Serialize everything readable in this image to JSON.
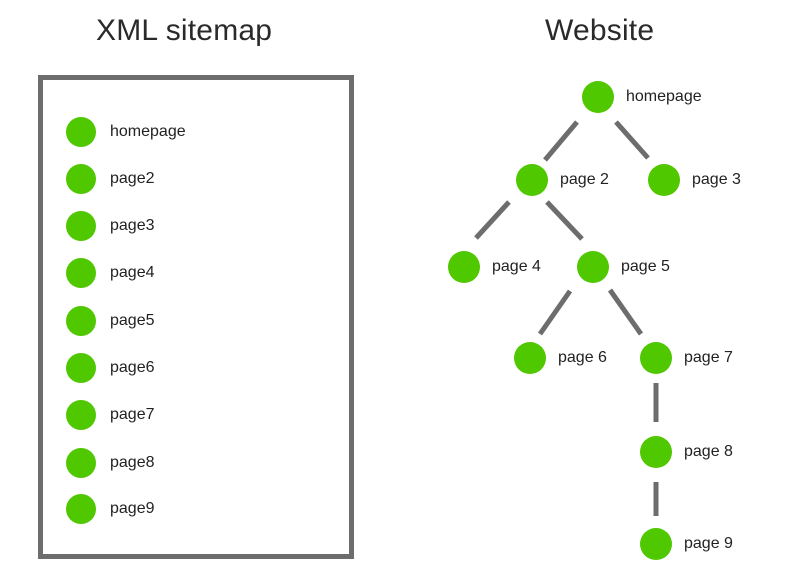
{
  "left_heading": "XML sitemap",
  "right_heading": "Website",
  "node_color": "#4fc800",
  "connector_color": "#6d6d6d",
  "sitemap": {
    "items": [
      "homepage",
      "page2",
      "page3",
      "page4",
      "page5",
      "page6",
      "page7",
      "page8",
      "page9"
    ]
  },
  "website": {
    "nodes": {
      "homepage": "homepage",
      "page2": "page 2",
      "page3": "page 3",
      "page4": "page 4",
      "page5": "page 5",
      "page6": "page 6",
      "page7": "page 7",
      "page8": "page 8",
      "page9": "page 9"
    },
    "links": [
      [
        "homepage",
        "page2"
      ],
      [
        "homepage",
        "page3"
      ],
      [
        "page2",
        "page4"
      ],
      [
        "page2",
        "page5"
      ],
      [
        "page5",
        "page6"
      ],
      [
        "page5",
        "page7"
      ],
      [
        "page7",
        "page8"
      ],
      [
        "page8",
        "page9"
      ]
    ]
  }
}
